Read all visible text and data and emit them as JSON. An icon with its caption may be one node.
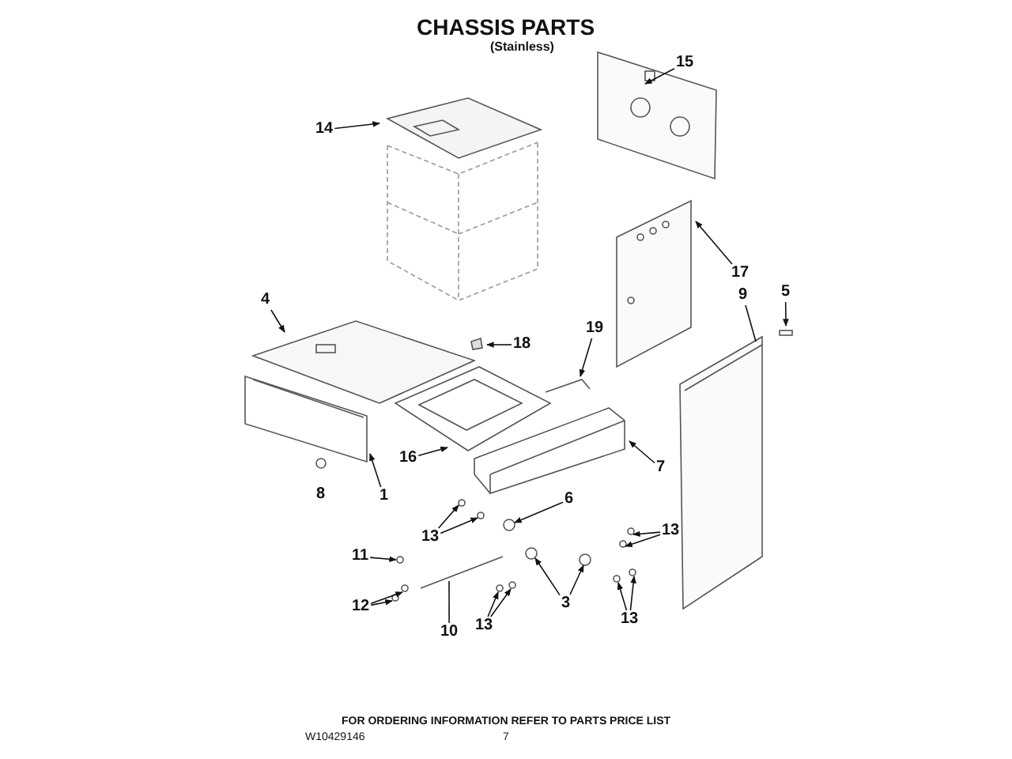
{
  "diagram": {
    "title": "CHASSIS PARTS",
    "nodes": [
      {
        "text": [
          "15"
        ]
      },
      {
        "text": [
          "14"
        ]
      },
      {
        "text": [
          "17"
        ]
      },
      {
        "text": [
          "9"
        ]
      },
      {
        "text": [
          "5"
        ]
      },
      {
        "text": [
          "4"
        ]
      },
      {
        "text": [
          "18"
        ]
      },
      {
        "text": [
          "19"
        ]
      },
      {
        "text": [
          "1"
        ]
      },
      {
        "text": [
          "16"
        ]
      },
      {
        "text": [
          "6"
        ]
      },
      {
        "text": [
          "7"
        ]
      },
      {
        "text": [
          "13"
        ]
      },
      {
        "text": [
          "3"
        ]
      },
      {
        "text": [
          "13"
        ]
      },
      {
        "text": [
          "13"
        ]
      },
      {
        "text": [
          "11"
        ]
      },
      {
        "text": [
          "13"
        ]
      },
      {
        "text": [
          "12"
        ]
      },
      {
        "text": [
          "10"
        ]
      }
    ],
    "edges": [
      {
        "from": 0,
        "to": null,
        "arrow": "to"
      },
      {
        "from": 1,
        "to": null,
        "arrow": "to"
      },
      {
        "from": 2,
        "to": null,
        "arrow": "to"
      },
      {
        "from": 3,
        "to": null,
        "arrow": "none"
      },
      {
        "from": 4,
        "to": null,
        "arrow": "to"
      },
      {
        "from": 5,
        "to": null,
        "arrow": "to"
      },
      {
        "from": 6,
        "to": null,
        "arrow": "to"
      },
      {
        "from": 7,
        "to": null,
        "arrow": "to"
      },
      {
        "from": 8,
        "to": null,
        "arrow": "to"
      },
      {
        "from": 9,
        "to": null,
        "arrow": "to"
      },
      {
        "from": 10,
        "to": null,
        "arrow": "to"
      },
      {
        "from": 11,
        "to": null,
        "arrow": "to"
      },
      {
        "from": 12,
        "to": null,
        "arrow": "to"
      },
      {
        "from": 12,
        "to": null,
        "arrow": "to"
      },
      {
        "from": 13,
        "to": null,
        "arrow": "to"
      },
      {
        "from": 13,
        "to": null,
        "arrow": "to"
      },
      {
        "from": 14,
        "to": null,
        "arrow": "to"
      },
      {
        "from": 14,
        "to": null,
        "arrow": "to"
      },
      {
        "from": 15,
        "to": null,
        "arrow": "to"
      },
      {
        "from": 15,
        "to": null,
        "arrow": "to"
      },
      {
        "from": 16,
        "to": null,
        "arrow": "to"
      },
      {
        "from": 17,
        "to": null,
        "arrow": "to"
      },
      {
        "from": 17,
        "to": null,
        "arrow": "to"
      },
      {
        "from": 18,
        "to": null,
        "arrow": "to"
      },
      {
        "from": 18,
        "to": null,
        "arrow": "to"
      },
      {
        "from": 19,
        "to": null,
        "arrow": "none"
      }
    ],
    "labels": [
      "(Stainless)",
      "8",
      "FOR ORDERING INFORMATION REFER TO PARTS PRICE LIST",
      "W10429146",
      "7"
    ]
  }
}
